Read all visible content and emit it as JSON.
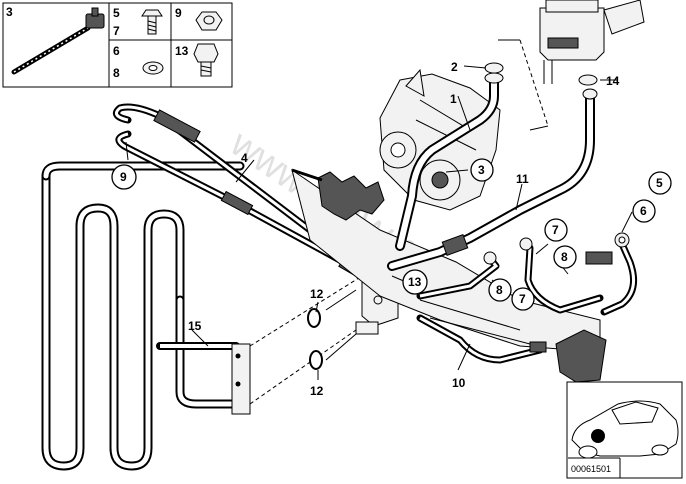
{
  "watermark": "www.BMW-fans.ru",
  "diagram_code": "00061501",
  "inset_labels": {
    "strap": "3",
    "bolt_pair": [
      "5",
      "7"
    ],
    "nut": "9",
    "washer_pair": [
      "6",
      "8"
    ],
    "bolt_13": "13"
  },
  "callouts": {
    "c1": "1",
    "c2": "2",
    "c3": "3",
    "c4": "4",
    "c5": "5",
    "c6": "6",
    "c7a": "7",
    "c7b": "7",
    "c8a": "8",
    "c8b": "8",
    "c9": "9",
    "c10": "10",
    "c11": "11",
    "c12a": "12",
    "c12b": "12",
    "c13": "13",
    "c14": "14",
    "c15": "15"
  }
}
